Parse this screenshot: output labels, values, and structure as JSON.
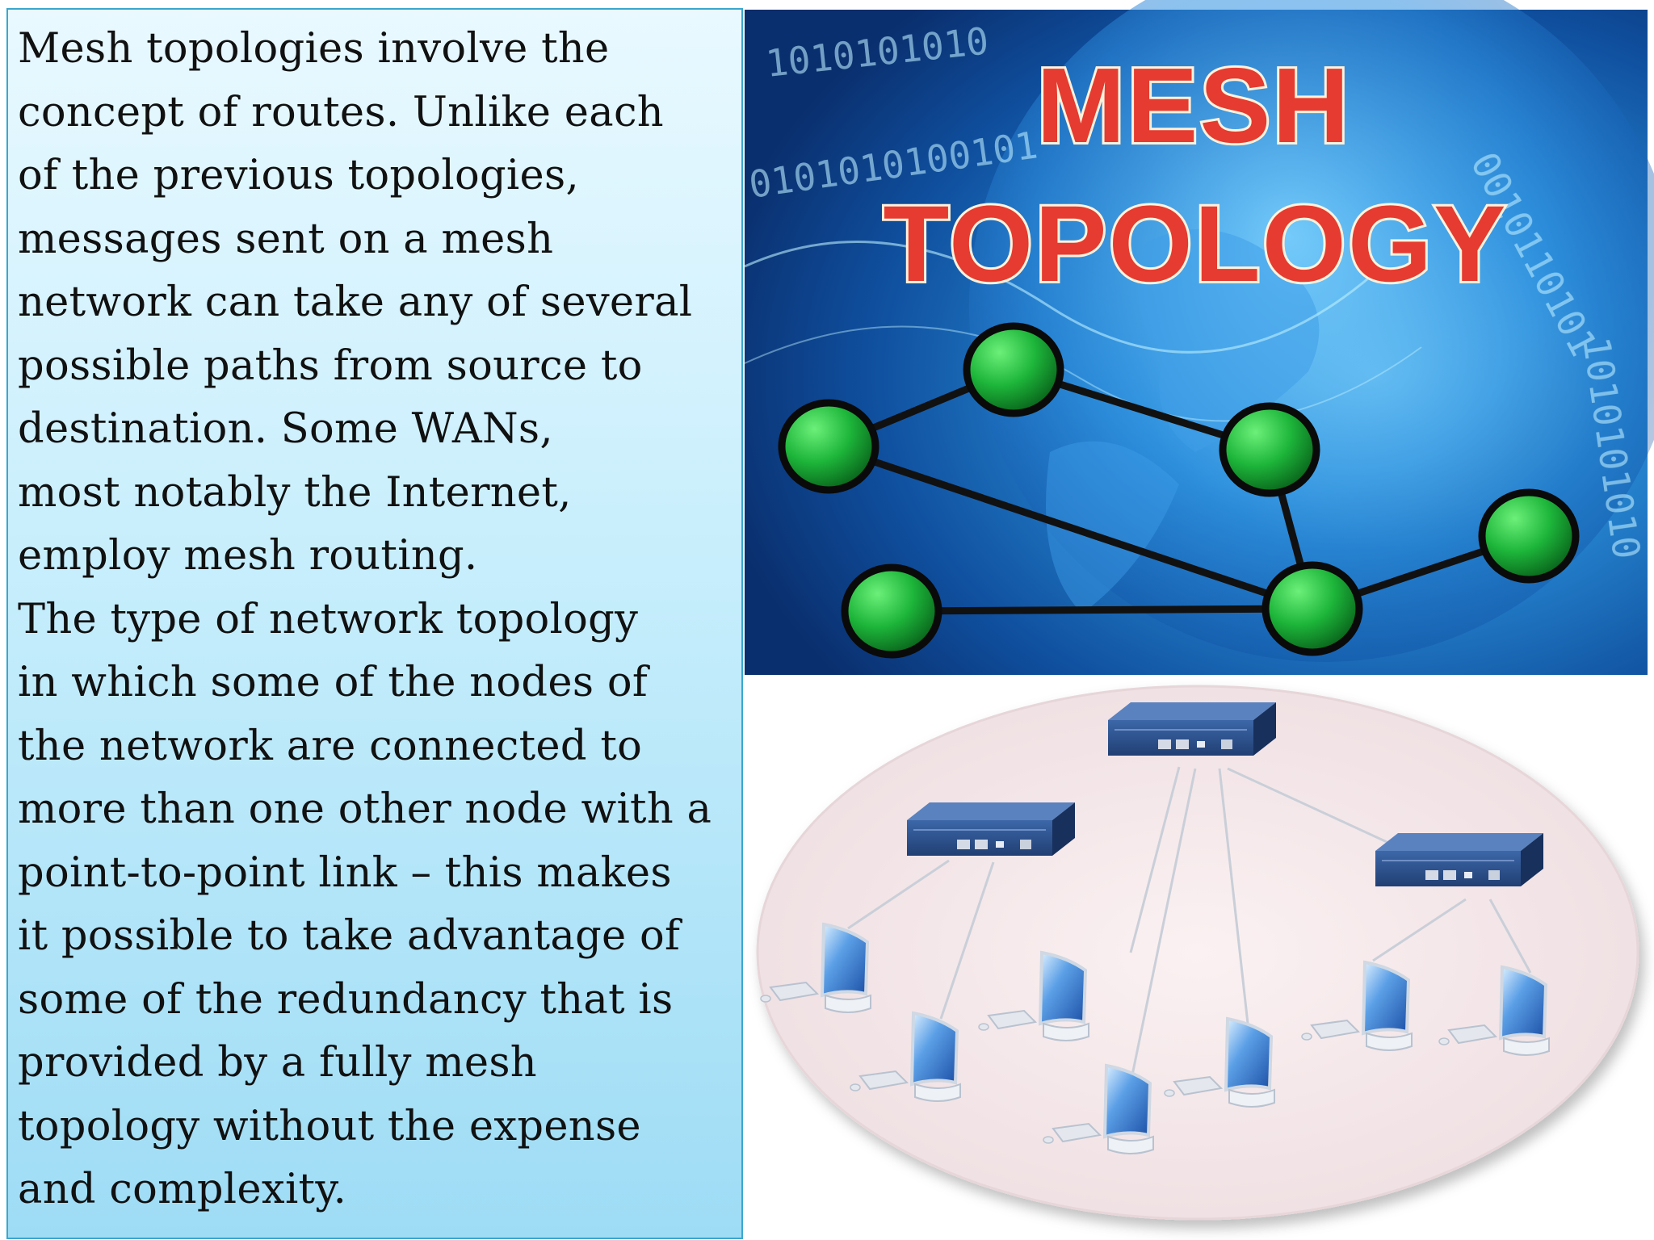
{
  "text_panel": {
    "paragraph_1_lines": [
      "Mesh topologies involve the",
      "concept of routes. Unlike each",
      "of the previous topologies,",
      "messages sent on a mesh",
      "network can take any of several",
      "possible paths from source to",
      "destination. Some WANs,",
      "most notably the Internet,",
      "employ mesh routing."
    ],
    "paragraph_2_lines": [
      "The type of network topology",
      "in which some of the nodes of",
      "the network are connected to",
      "more than one other node with a",
      "point-to-point link – this makes",
      "it possible to take advantage of",
      "some of the redundancy that is",
      "provided by a fully mesh",
      "topology without the expense",
      "and complexity."
    ]
  },
  "banner": {
    "title_line_1": "MESH",
    "title_line_2": "TOPOLOGY",
    "binary_text": [
      "1010101010",
      "0101010100101",
      "0010110101",
      "1010101010"
    ]
  },
  "colors": {
    "title_fill": "#e53b30",
    "title_outline": "#fff2dc",
    "node_green": "#1db53a",
    "banner_blue": "#1565b5",
    "ellipse_fill": "#f6e9eb",
    "switch_blue": "#1e3f78",
    "monitor_blue": "#3e80d0"
  }
}
